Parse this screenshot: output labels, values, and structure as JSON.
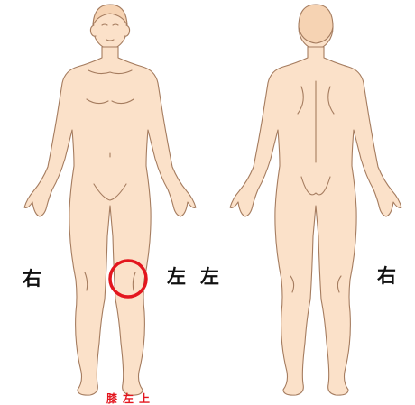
{
  "labels": {
    "front_right": "右",
    "front_left": "左",
    "back_left": "左",
    "back_right": "右"
  },
  "caption": "膝左上",
  "colors": {
    "skin": "#fbe1c9",
    "outline": "#a57c5f",
    "hair": "#f0c9a8",
    "marker": "#e3161e",
    "text": "#111111"
  },
  "icons": {
    "front_body": "human-body-front-icon",
    "back_body": "human-body-back-icon",
    "marker": "circle-marker-icon"
  }
}
